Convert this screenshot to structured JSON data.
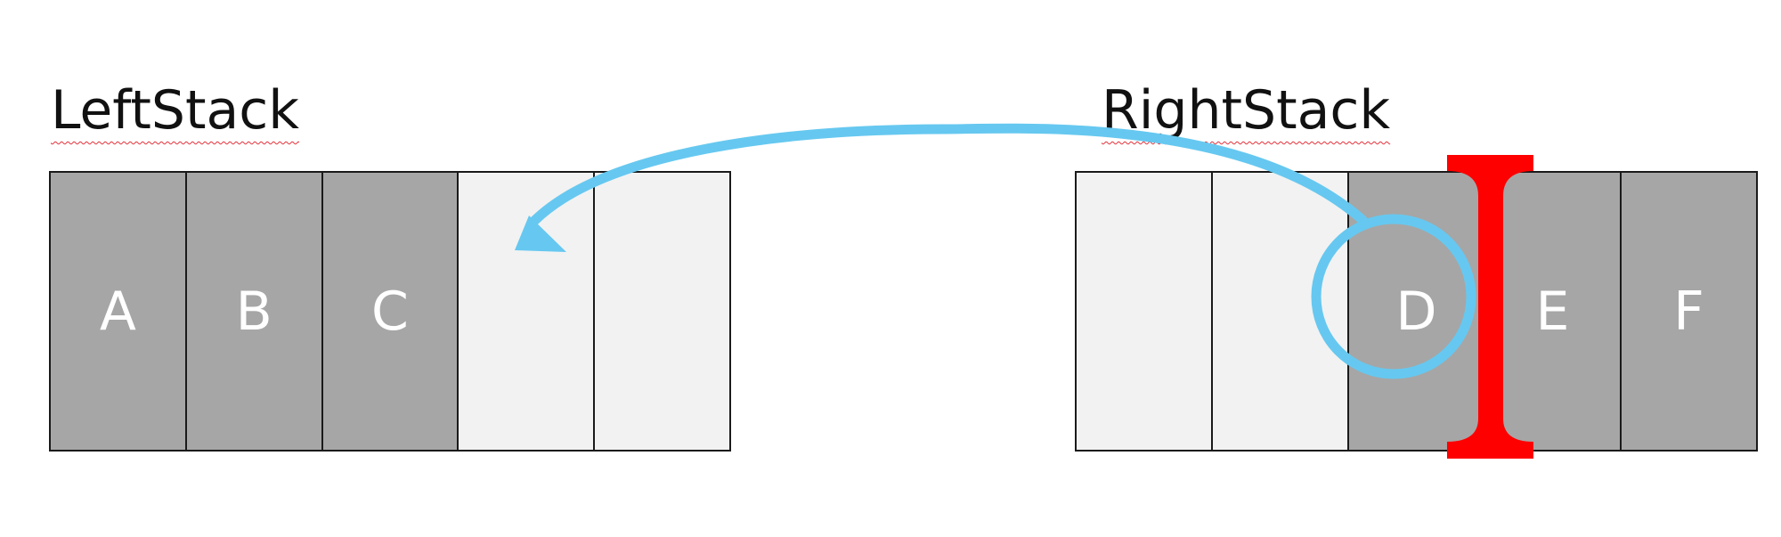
{
  "left_stack": {
    "title": "LeftStack",
    "cells": [
      {
        "label": "A",
        "filled": true
      },
      {
        "label": "B",
        "filled": true
      },
      {
        "label": "C",
        "filled": true
      },
      {
        "label": "",
        "filled": false
      },
      {
        "label": "",
        "filled": false
      }
    ]
  },
  "right_stack": {
    "title": "RightStack",
    "cells": [
      {
        "label": "",
        "filled": false
      },
      {
        "label": "",
        "filled": false
      },
      {
        "label": "D",
        "filled": true
      },
      {
        "label": "E",
        "filled": true
      },
      {
        "label": "F",
        "filled": true
      }
    ]
  },
  "colors": {
    "filled_cell": "#a6a6a6",
    "empty_cell": "#f2f2f2",
    "arrow": "#66c8f0",
    "cursor": "#ff0000"
  }
}
